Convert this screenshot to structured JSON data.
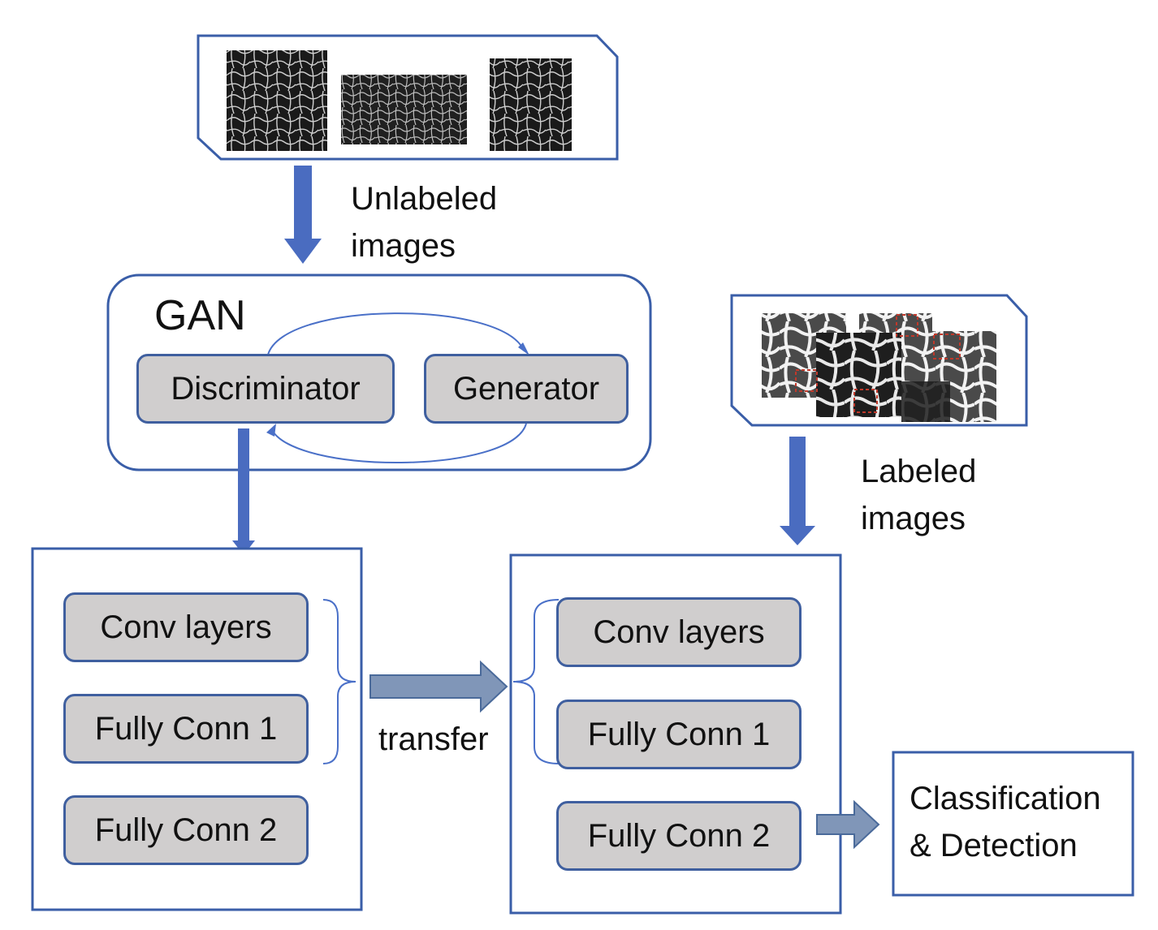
{
  "unlabeled_label": [
    "Unlabeled",
    "images"
  ],
  "labeled_label": [
    "Labeled",
    "images"
  ],
  "gan": {
    "title": "GAN",
    "discriminator": "Discriminator",
    "generator": "Generator"
  },
  "left_net": {
    "layers": [
      "Conv layers",
      "Fully Conn 1",
      "Fully Conn 2"
    ]
  },
  "transfer_label": "transfer",
  "right_net": {
    "layers": [
      "Conv layers",
      "Fully Conn 1",
      "Fully Conn 2"
    ]
  },
  "output": [
    "Classification",
    "& Detection"
  ],
  "colors": {
    "border": "#3a5ea8",
    "arrow_dark": "#4a6cc0",
    "arrow_light": "#8096b8",
    "pill_fill": "#d0cece"
  }
}
